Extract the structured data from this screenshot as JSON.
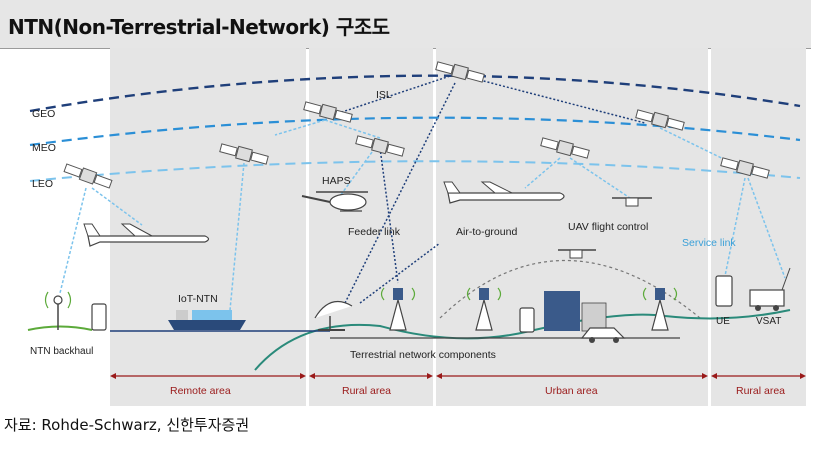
{
  "title": "NTN(Non-Terrestrial-Network) 구조도",
  "source": "자료: Rohde-Schwarz, 신한투자증권",
  "orbits": [
    "GEO",
    "MEO",
    "LEO"
  ],
  "labels": {
    "isl": "ISL",
    "haps": "HAPS",
    "feeder_link": "Feeder link",
    "air_to_ground": "Air-to-ground",
    "uav_flight_control": "UAV flight control",
    "service_link": "Service link",
    "iot_ntn": "IoT-NTN",
    "ntn_backhaul": "NTN backhaul",
    "ue": "UE",
    "vsat": "VSAT",
    "terrestrial": "Terrestrial network components"
  },
  "areas": [
    "Remote area",
    "Rural area",
    "Urban area",
    "Rural area"
  ],
  "colors": {
    "geo": "#1f3f7a",
    "meo": "#2b8fd6",
    "leo": "#7cc3ec",
    "area": "#9a1a1a",
    "ground": "#2a8a7a",
    "panel": "#e5e5e5"
  }
}
